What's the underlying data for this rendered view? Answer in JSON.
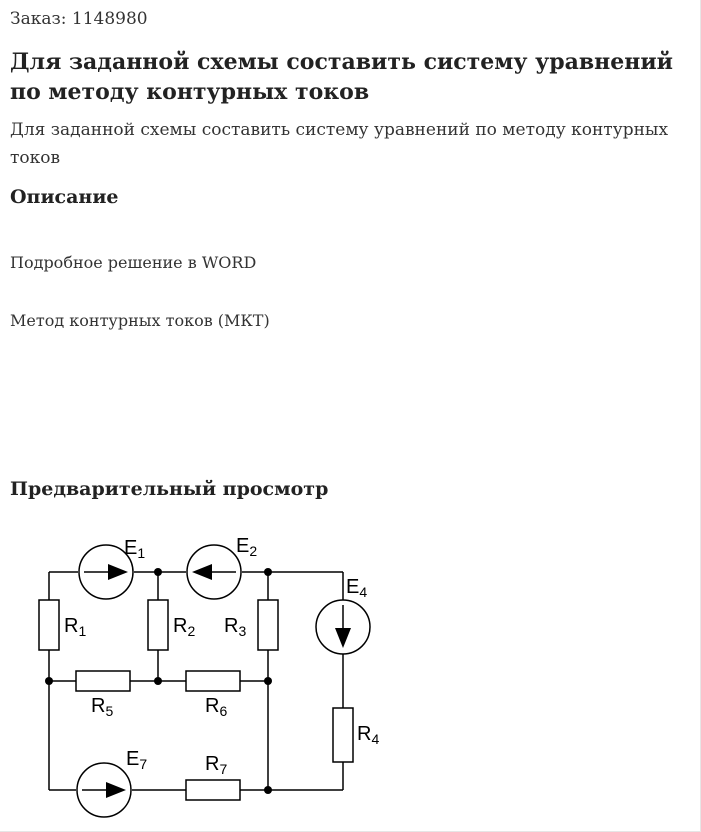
{
  "order": {
    "label": "Заказ:",
    "number": "1148980"
  },
  "title": "Для заданной схемы составить систему уравнений по методу контурных токов",
  "lead": "Для заданной схемы составить систему уравнений по методу контурных токов",
  "description": {
    "heading": "Описание",
    "paragraphs": [
      "Подробное решение в WORD",
      "Метод контурных токов (МКТ)"
    ]
  },
  "preview": {
    "heading": "Предварительный просмотр",
    "circuit": {
      "sources": [
        {
          "letter": "E",
          "sub": "1"
        },
        {
          "letter": "E",
          "sub": "2"
        },
        {
          "letter": "E",
          "sub": "4"
        },
        {
          "letter": "E",
          "sub": "7"
        }
      ],
      "resistors": [
        {
          "letter": "R",
          "sub": "1"
        },
        {
          "letter": "R",
          "sub": "2"
        },
        {
          "letter": "R",
          "sub": "3"
        },
        {
          "letter": "R",
          "sub": "4"
        },
        {
          "letter": "R",
          "sub": "5"
        },
        {
          "letter": "R",
          "sub": "6"
        },
        {
          "letter": "R",
          "sub": "7"
        }
      ]
    }
  }
}
